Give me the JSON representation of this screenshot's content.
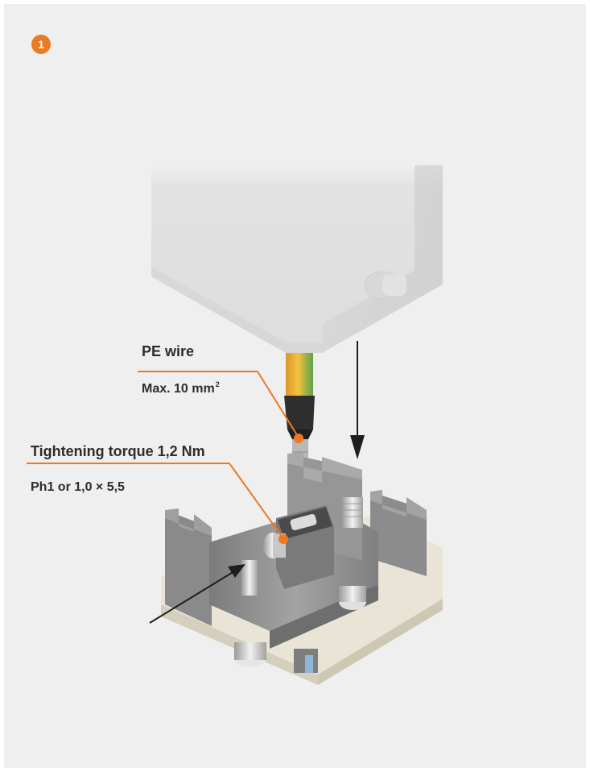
{
  "step": {
    "number": "1"
  },
  "callouts": {
    "pe_wire": "PE wire",
    "max_cross_section": "Max. 10 mm",
    "max_cross_section_sup": "2",
    "tightening_torque": "Tightening torque 1,2 Nm",
    "screwdriver": "Ph1 or 1,0 × 5,5"
  },
  "colors": {
    "panel_bg": "#efefef",
    "accent": "#ec7a24",
    "text": "#2d2d2d",
    "wire_yellow": "#f2b530",
    "wire_green": "#5fa24a",
    "metal": "#8e8e8e",
    "plastic": "#e9e4d6"
  }
}
